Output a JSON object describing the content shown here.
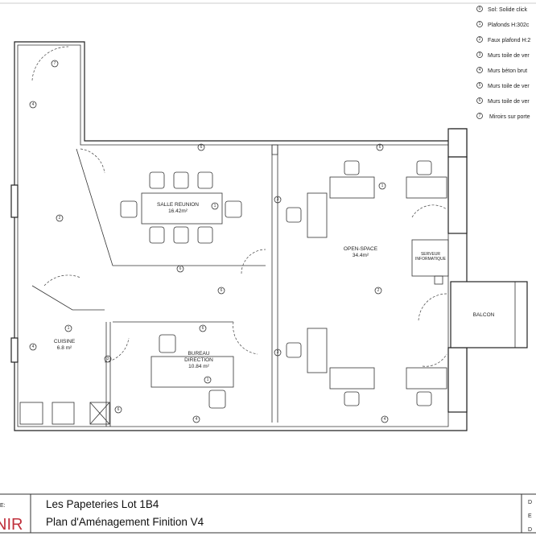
{
  "legend": [
    {
      "num": "0",
      "text": "Sol: Solide click"
    },
    {
      "num": "1",
      "text": "Plafonds H:302c"
    },
    {
      "num": "2",
      "text": "Faux plafond H:2"
    },
    {
      "num": "3",
      "text": "Murs toile de ver"
    },
    {
      "num": "4",
      "text": "Murs béton brut"
    },
    {
      "num": "5",
      "text": "Murs toile de ver"
    },
    {
      "num": "6",
      "text": "Murs toile de ver"
    },
    {
      "num": "7",
      "text": "Miroirs sur porte"
    }
  ],
  "rooms": {
    "salle_reunion": {
      "name": "SALLE REUNION",
      "area": "16.42m²"
    },
    "open_space": {
      "name": "OPEN-SPACE",
      "area": "34.4m²"
    },
    "serveur": {
      "line1": "SERVEUR",
      "line2": "INFORMATIQUE"
    },
    "balcon": {
      "name": "BALCON"
    },
    "cuisine": {
      "name": "CUISINE",
      "area": "6.8 m²"
    },
    "bureau": {
      "line1": "BUREAU",
      "line2": "DIRECTION",
      "area": "10.84 m²"
    }
  },
  "title_block": {
    "left_label": "E:",
    "logo": "NIR",
    "project": "Les Papeteries Lot 1B4",
    "subtitle": "Plan d'Aménagement Finition V4",
    "right_letters": [
      "D",
      "E",
      "D"
    ]
  },
  "colors": {
    "logo": "#c0303c",
    "shade": "#e9e9e9"
  }
}
